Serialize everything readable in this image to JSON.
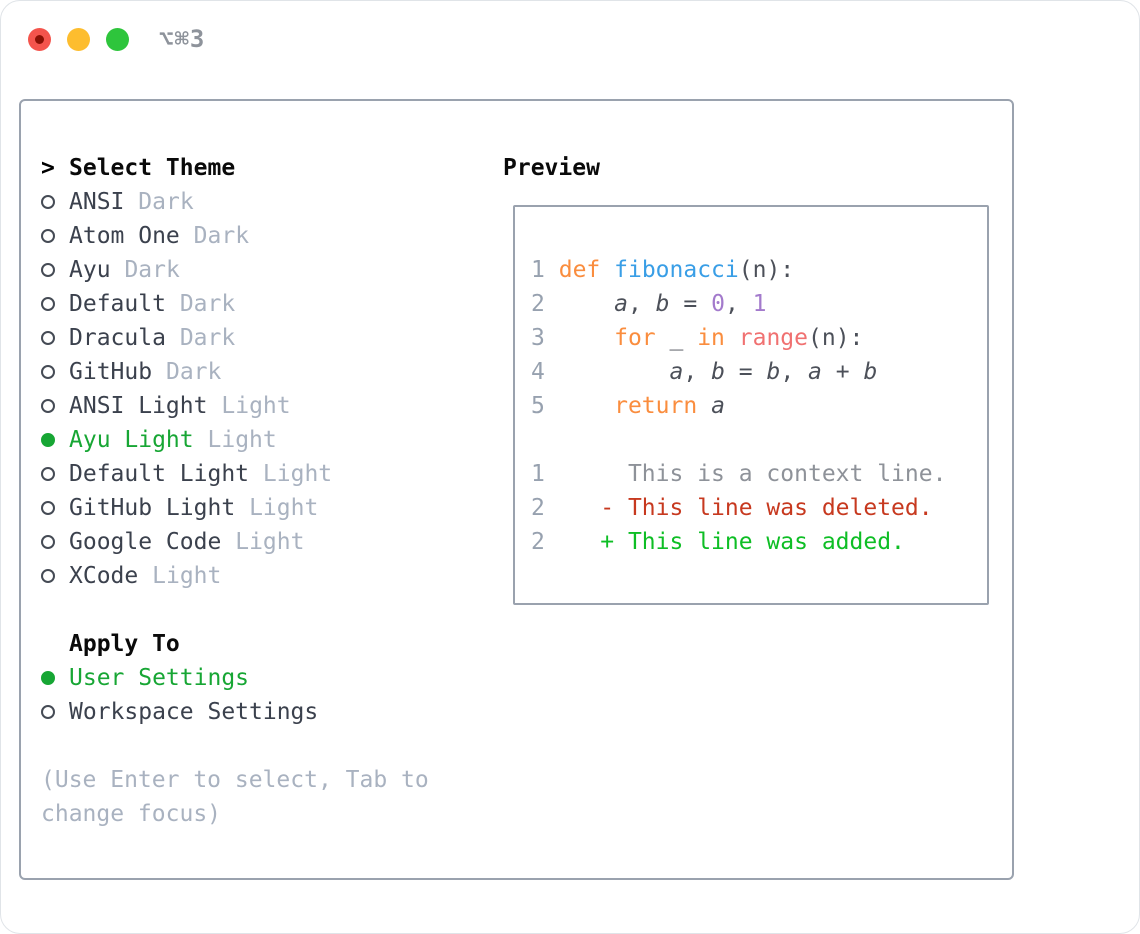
{
  "window": {
    "title": "⌥⌘3"
  },
  "colors": {
    "accent_green": "#17a634",
    "text_dark": "#3b414d",
    "muted_gray": "#a9b2c0",
    "header_black": "#0a0a0a",
    "panel_border": "#9aa2ae",
    "line_number_gray": "#97a1af",
    "code_plain": "#4c5059",
    "keyword_orange": "#fa8d3e",
    "function_blue": "#399ee6",
    "number_purple": "#a37acc",
    "special_coral": "#f07171",
    "diff_context_gray": "#8e9299",
    "diff_deleted_red": "#c7391f",
    "diff_added_green": "#0ebe25",
    "traffic_red": "#f4544c",
    "traffic_yellow": "#fdbd2e",
    "traffic_green": "#2ec53c",
    "title_gray": "#8e939b"
  },
  "theme_list": {
    "prompt_marker": ">",
    "title": "Select Theme",
    "items": [
      {
        "label": "ANSI",
        "variant": "Dark",
        "selected": false
      },
      {
        "label": "Atom One",
        "variant": "Dark",
        "selected": false
      },
      {
        "label": "Ayu",
        "variant": "Dark",
        "selected": false
      },
      {
        "label": "Default",
        "variant": "Dark",
        "selected": false
      },
      {
        "label": "Dracula",
        "variant": "Dark",
        "selected": false
      },
      {
        "label": "GitHub",
        "variant": "Dark",
        "selected": false
      },
      {
        "label": "ANSI Light",
        "variant": "Light",
        "selected": false
      },
      {
        "label": "Ayu Light",
        "variant": "Light",
        "selected": true
      },
      {
        "label": "Default Light",
        "variant": "Light",
        "selected": false
      },
      {
        "label": "GitHub Light",
        "variant": "Light",
        "selected": false
      },
      {
        "label": "Google Code",
        "variant": "Light",
        "selected": false
      },
      {
        "label": "XCode",
        "variant": "Light",
        "selected": false
      }
    ]
  },
  "apply_to": {
    "title": "Apply To",
    "options": [
      {
        "label": "User Settings",
        "selected": true
      },
      {
        "label": "Workspace Settings",
        "selected": false
      }
    ]
  },
  "hint": "(Use Enter to select, Tab to change focus)",
  "preview": {
    "title": "Preview",
    "code_lines": [
      {
        "num": "1",
        "tokens": [
          {
            "t": "def",
            "c": "keyword"
          },
          {
            "t": " ",
            "c": "plain"
          },
          {
            "t": "fibonacci",
            "c": "function"
          },
          {
            "t": "(n):",
            "c": "plain"
          }
        ]
      },
      {
        "num": "2",
        "tokens": [
          {
            "t": "    ",
            "c": "plain"
          },
          {
            "t": "a",
            "c": "var"
          },
          {
            "t": ", ",
            "c": "plain"
          },
          {
            "t": "b",
            "c": "var"
          },
          {
            "t": " = ",
            "c": "plain"
          },
          {
            "t": "0",
            "c": "number"
          },
          {
            "t": ", ",
            "c": "plain"
          },
          {
            "t": "1",
            "c": "number"
          }
        ]
      },
      {
        "num": "3",
        "tokens": [
          {
            "t": "    ",
            "c": "plain"
          },
          {
            "t": "for",
            "c": "keyword"
          },
          {
            "t": " _ ",
            "c": "plain"
          },
          {
            "t": "in",
            "c": "keyword"
          },
          {
            "t": " ",
            "c": "plain"
          },
          {
            "t": "range",
            "c": "special"
          },
          {
            "t": "(n):",
            "c": "plain"
          }
        ]
      },
      {
        "num": "4",
        "tokens": [
          {
            "t": "        ",
            "c": "plain"
          },
          {
            "t": "a",
            "c": "var"
          },
          {
            "t": ", ",
            "c": "plain"
          },
          {
            "t": "b",
            "c": "var"
          },
          {
            "t": " = ",
            "c": "plain"
          },
          {
            "t": "b",
            "c": "var"
          },
          {
            "t": ", ",
            "c": "plain"
          },
          {
            "t": "a",
            "c": "var"
          },
          {
            "t": " + ",
            "c": "plain"
          },
          {
            "t": "b",
            "c": "var"
          }
        ]
      },
      {
        "num": "5",
        "tokens": [
          {
            "t": "    ",
            "c": "plain"
          },
          {
            "t": "return",
            "c": "keyword"
          },
          {
            "t": " ",
            "c": "plain"
          },
          {
            "t": "a",
            "c": "var"
          }
        ]
      }
    ],
    "diff_lines": [
      {
        "num": "1",
        "content": "     This is a context line.",
        "type": "context"
      },
      {
        "num": "2",
        "content": "   - This line was deleted.",
        "type": "deleted"
      },
      {
        "num": "2",
        "content": "   + This line was added.",
        "type": "added"
      }
    ]
  }
}
